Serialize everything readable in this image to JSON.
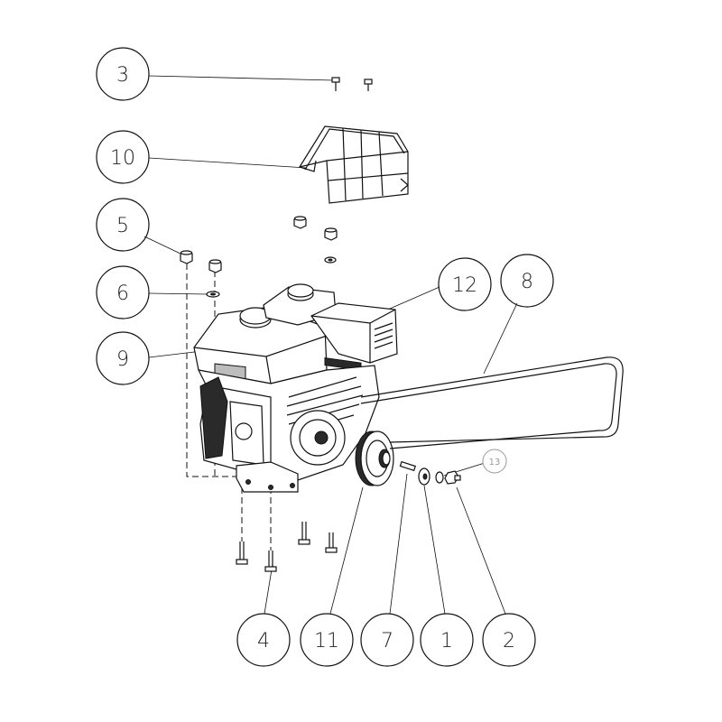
{
  "diagram": {
    "callouts": [
      {
        "id": "c3",
        "label": "3"
      },
      {
        "id": "c10",
        "label": "10"
      },
      {
        "id": "c5",
        "label": "5"
      },
      {
        "id": "c6",
        "label": "6"
      },
      {
        "id": "c9",
        "label": "9"
      },
      {
        "id": "c12",
        "label": "12"
      },
      {
        "id": "c8",
        "label": "8"
      },
      {
        "id": "c13",
        "label": "13"
      },
      {
        "id": "c4",
        "label": "4"
      },
      {
        "id": "c11",
        "label": "11"
      },
      {
        "id": "c7",
        "label": "7"
      },
      {
        "id": "c1",
        "label": "1"
      },
      {
        "id": "c2",
        "label": "2"
      }
    ],
    "colors": {
      "ink": "#111111",
      "callout_13": "#999999",
      "background": "#ffffff"
    }
  }
}
